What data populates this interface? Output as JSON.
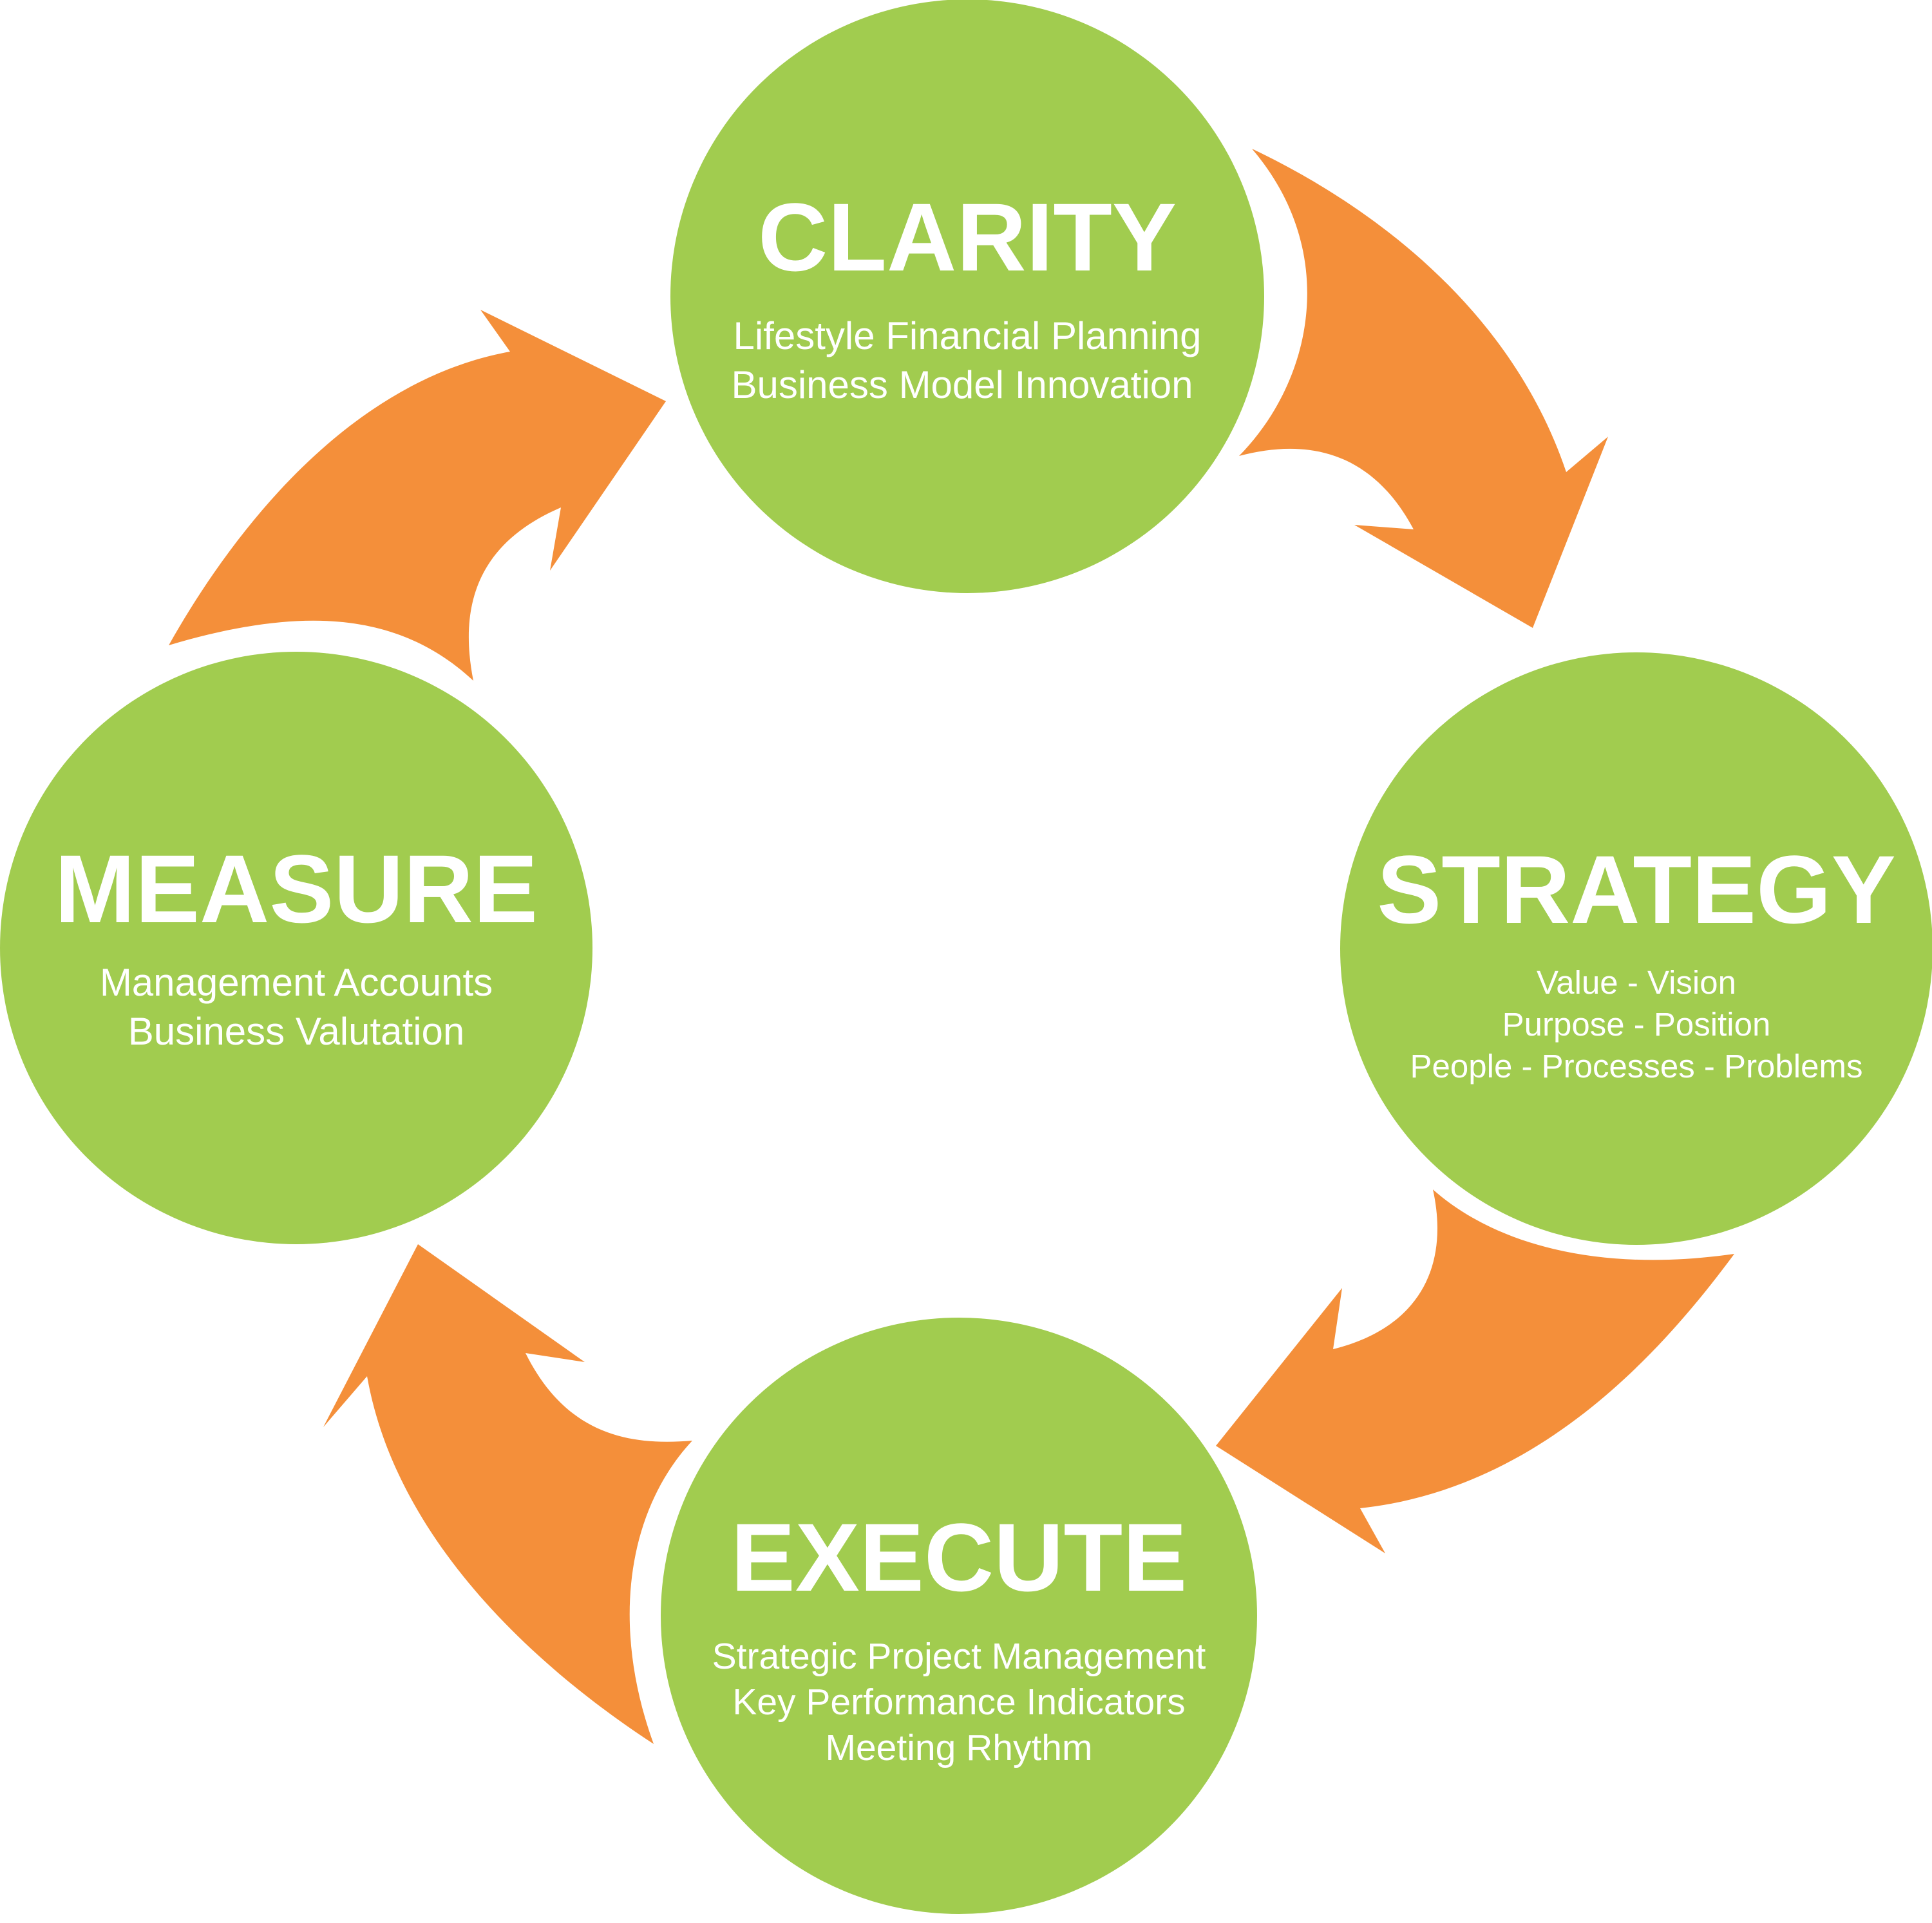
{
  "colors": {
    "circle": "#A1CC4F",
    "arrow": "#F48F3A",
    "text": "#FFFFFF",
    "background": "#FFFFFF"
  },
  "nodes": {
    "clarity": {
      "title": "CLARITY",
      "lines": [
        "Lifestyle Financial Planning",
        "Business Model Innovation"
      ]
    },
    "strategy": {
      "title": "STRATEGY",
      "lines": [
        "Value - Vision",
        "Purpose - Position",
        "People - Processes - Problems"
      ]
    },
    "execute": {
      "title": "EXECUTE",
      "lines": [
        "Strategic Project Management",
        "Key Performance Indicators",
        "Meeting Rhythm"
      ]
    },
    "measure": {
      "title": "MEASURE",
      "lines": [
        "Management Accounts",
        "Business Valutation"
      ]
    }
  },
  "flow": [
    "clarity",
    "strategy",
    "execute",
    "measure"
  ],
  "arrows": [
    {
      "from": "clarity",
      "to": "strategy",
      "icon": "curved-arrow-icon"
    },
    {
      "from": "strategy",
      "to": "execute",
      "icon": "curved-arrow-icon"
    },
    {
      "from": "execute",
      "to": "measure",
      "icon": "curved-arrow-icon"
    },
    {
      "from": "measure",
      "to": "clarity",
      "icon": "curved-arrow-icon"
    }
  ]
}
